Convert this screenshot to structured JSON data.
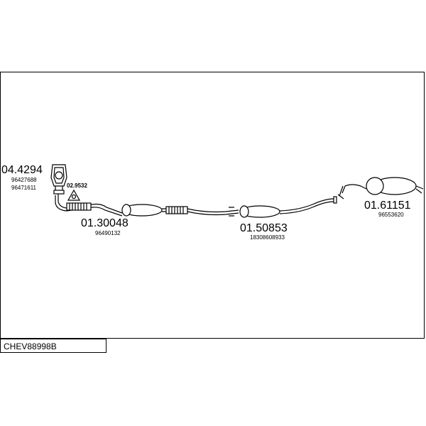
{
  "parts": [
    {
      "number": "04.4294",
      "refs": [
        "96427688",
        "96471611"
      ]
    },
    {
      "number": "02.9532",
      "refs": []
    },
    {
      "number": "01.30048",
      "refs": [
        "96490132"
      ]
    },
    {
      "number": "01.50853",
      "refs": [
        "18308608933"
      ]
    },
    {
      "number": "01.61151",
      "refs": [
        "96553620"
      ]
    }
  ],
  "diagram_code": "CHEV88998B"
}
